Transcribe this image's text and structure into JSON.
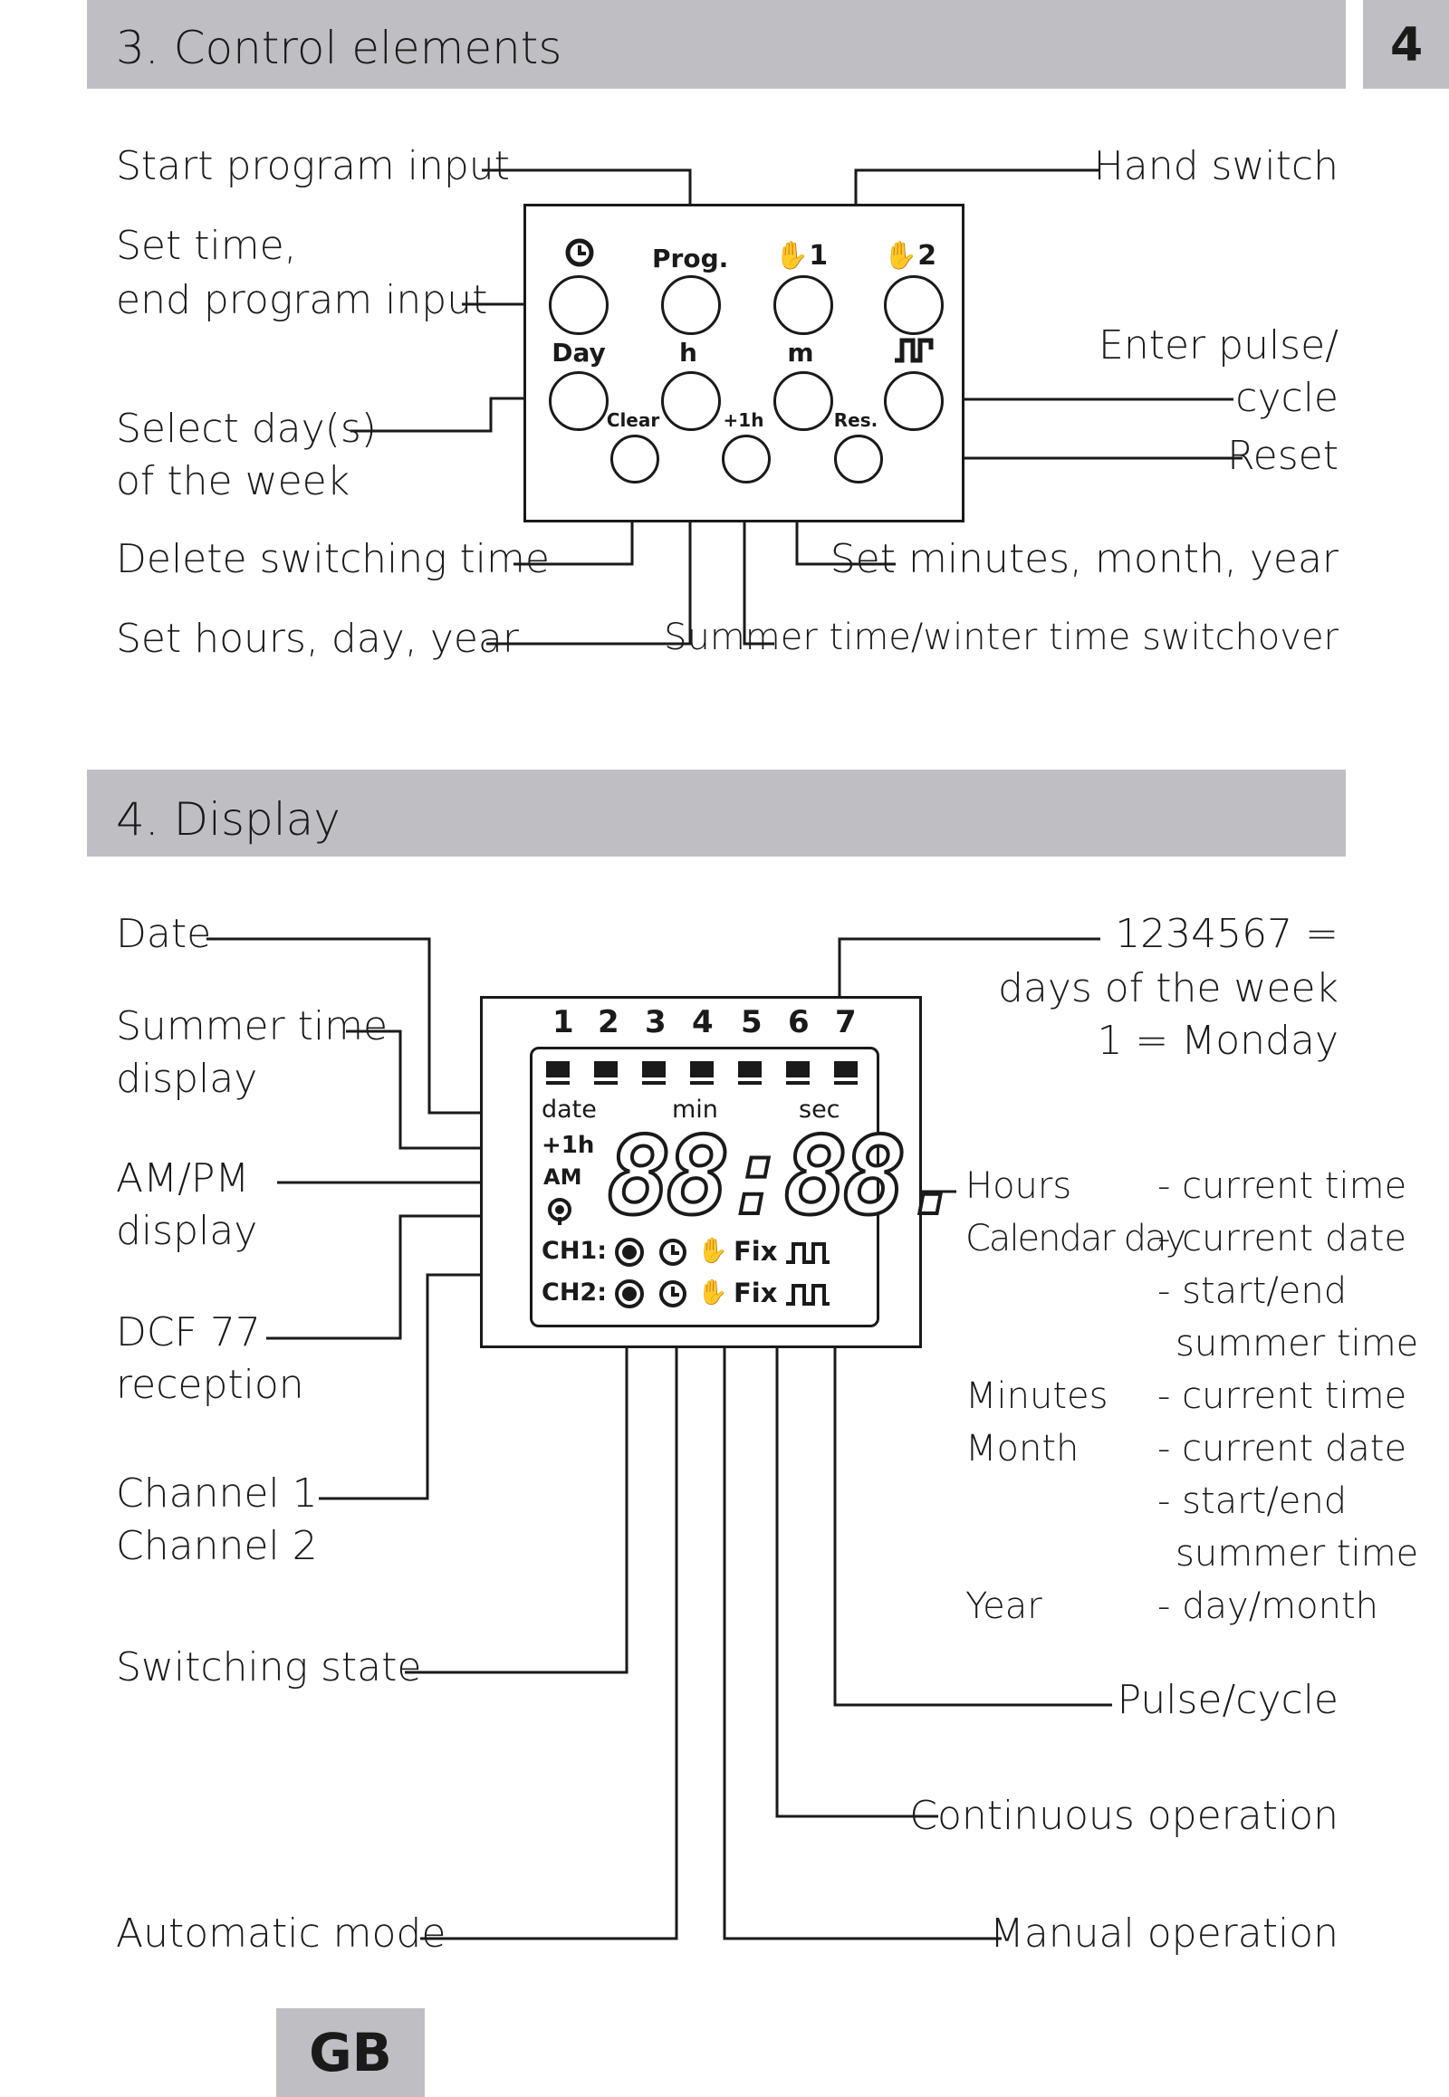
{
  "page_number": "4",
  "footer_lang": "GB",
  "section3": {
    "title": "3.   Control elements",
    "buttons": {
      "clock": "clock-icon",
      "prog": "Prog.",
      "hand1": "1",
      "hand2": "2",
      "day": "Day",
      "h": "h",
      "m": "m",
      "pulse": "pulse-icon",
      "clear": "Clear",
      "plus1h": "+1h",
      "res": "Res."
    },
    "labels": {
      "start_program": "Start program input",
      "set_time_1": "Set time,",
      "set_time_2": "end program input",
      "select_day_1": "Select day(s)",
      "select_day_2": "of the week",
      "delete_switching": "Delete switching time",
      "set_hours": "Set hours, day, year",
      "hand_switch": "Hand switch",
      "enter_pulse_1": "Enter pulse/",
      "enter_pulse_2": "cycle",
      "reset": "Reset",
      "set_minutes": "Set minutes, month, year",
      "summer_winter": "Summer time/winter time switchover"
    }
  },
  "section4": {
    "title": "4.   Display",
    "lcd": {
      "day_numbers": [
        "1",
        "2",
        "3",
        "4",
        "5",
        "6",
        "7"
      ],
      "date": "date",
      "min": "min",
      "sec": "sec",
      "plus1h": "+1h",
      "am": "AM",
      "digits": "88:88.",
      "ch1": "CH1:",
      "ch2": "CH2:",
      "fix": "Fix"
    },
    "labels": {
      "date": "Date",
      "summer_1": "Summer time",
      "summer_2": "display",
      "ampm_1": "AM/PM",
      "ampm_2": "display",
      "dcf_1": "DCF 77",
      "dcf_2": "reception",
      "channel1": "Channel 1",
      "channel2": "Channel 2",
      "switching_state": "Switching state",
      "automatic_mode": "Automatic mode",
      "days_1": "1234567 =",
      "days_2": "days of the week",
      "days_3": "1 = Monday",
      "pulse_cycle": "Pulse/cycle",
      "continuous": "Continuous operation",
      "manual": "Manual operation"
    },
    "table": [
      {
        "term": "Hours",
        "desc": "- current time"
      },
      {
        "term": "Calendar day",
        "desc": "- current date"
      },
      {
        "term": "",
        "desc": "- start/end"
      },
      {
        "term": "",
        "desc": "summer time"
      },
      {
        "term": "Minutes",
        "desc": "- current time"
      },
      {
        "term": "Month",
        "desc": "- current date"
      },
      {
        "term": "",
        "desc": "- start/end"
      },
      {
        "term": "",
        "desc": "summer time"
      },
      {
        "term": "Year",
        "desc": "- day/month"
      }
    ]
  }
}
